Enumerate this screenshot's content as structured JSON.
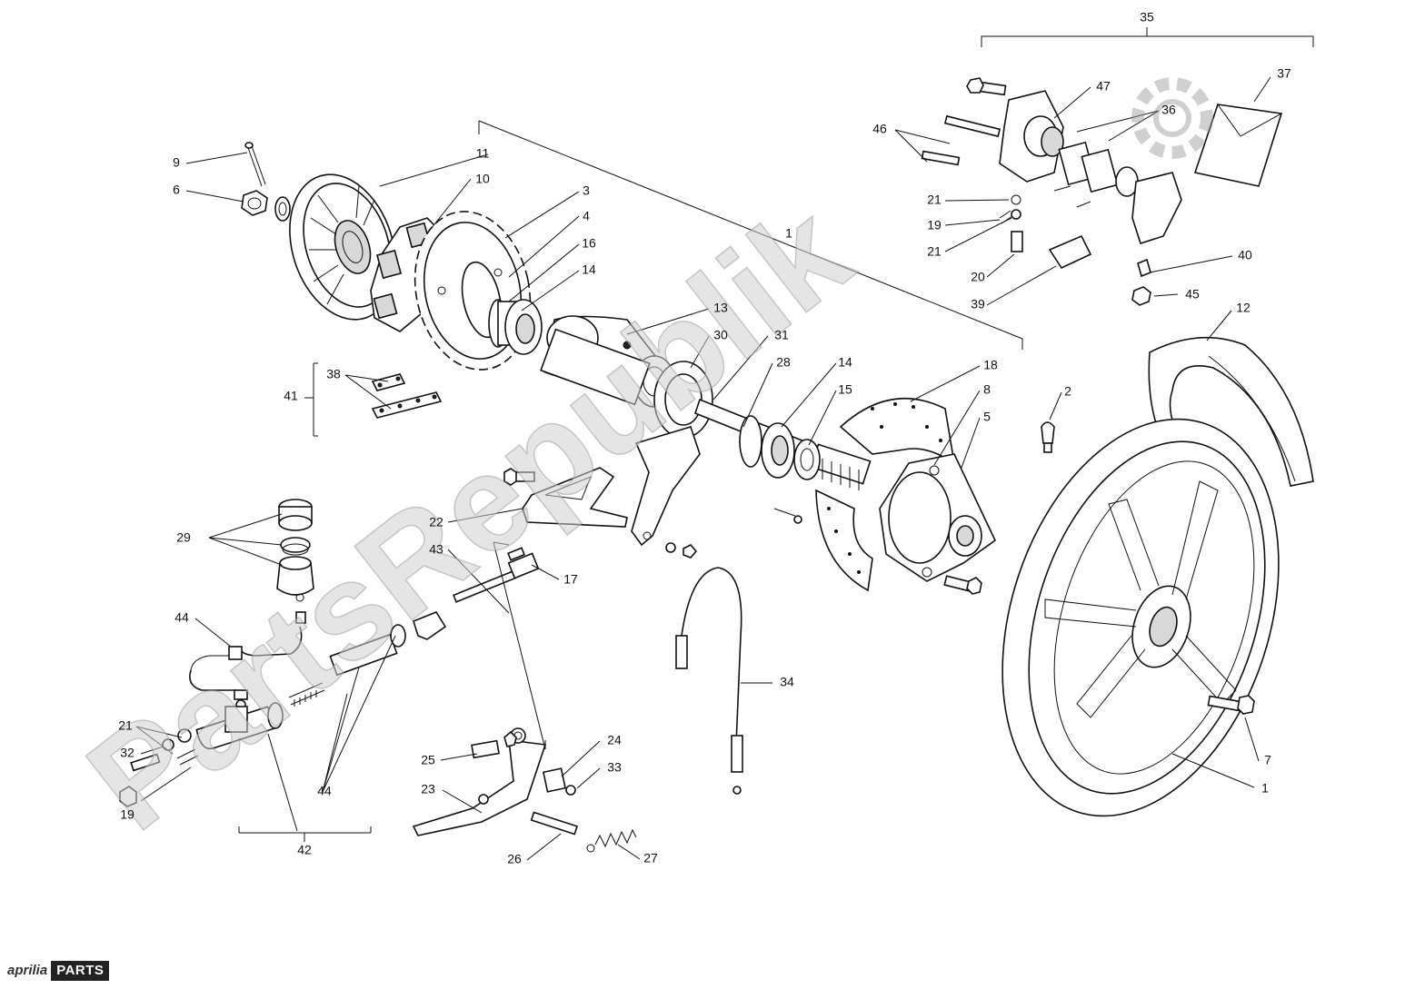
{
  "watermark": {
    "text": "PartsRepublik"
  },
  "brand_logo": {
    "brand": "aprilia",
    "suffix": "PARTS"
  },
  "callouts": [
    {
      "id": "9",
      "text": "9"
    },
    {
      "id": "6",
      "text": "6"
    },
    {
      "id": "11",
      "text": "11"
    },
    {
      "id": "10",
      "text": "10"
    },
    {
      "id": "3",
      "text": "3"
    },
    {
      "id": "4",
      "text": "4"
    },
    {
      "id": "16",
      "text": "16"
    },
    {
      "id": "14a",
      "text": "14"
    },
    {
      "id": "1a",
      "text": "1"
    },
    {
      "id": "13",
      "text": "13"
    },
    {
      "id": "30",
      "text": "30"
    },
    {
      "id": "31",
      "text": "31"
    },
    {
      "id": "28",
      "text": "28"
    },
    {
      "id": "14b",
      "text": "14"
    },
    {
      "id": "15",
      "text": "15"
    },
    {
      "id": "18",
      "text": "18"
    },
    {
      "id": "8",
      "text": "8"
    },
    {
      "id": "5",
      "text": "5"
    },
    {
      "id": "2",
      "text": "2"
    },
    {
      "id": "12",
      "text": "12"
    },
    {
      "id": "35",
      "text": "35"
    },
    {
      "id": "37",
      "text": "37"
    },
    {
      "id": "47",
      "text": "47"
    },
    {
      "id": "36",
      "text": "36"
    },
    {
      "id": "46",
      "text": "46"
    },
    {
      "id": "21a",
      "text": "21"
    },
    {
      "id": "19a",
      "text": "19"
    },
    {
      "id": "21b",
      "text": "21"
    },
    {
      "id": "20",
      "text": "20"
    },
    {
      "id": "39",
      "text": "39"
    },
    {
      "id": "40",
      "text": "40"
    },
    {
      "id": "45",
      "text": "45"
    },
    {
      "id": "41",
      "text": "41"
    },
    {
      "id": "38",
      "text": "38"
    },
    {
      "id": "29",
      "text": "29"
    },
    {
      "id": "22",
      "text": "22"
    },
    {
      "id": "43",
      "text": "43"
    },
    {
      "id": "17",
      "text": "17"
    },
    {
      "id": "44a",
      "text": "44"
    },
    {
      "id": "34",
      "text": "34"
    },
    {
      "id": "21c",
      "text": "21"
    },
    {
      "id": "32",
      "text": "32"
    },
    {
      "id": "19b",
      "text": "19"
    },
    {
      "id": "44b",
      "text": "44"
    },
    {
      "id": "42",
      "text": "42"
    },
    {
      "id": "25",
      "text": "25"
    },
    {
      "id": "24",
      "text": "24"
    },
    {
      "id": "33",
      "text": "33"
    },
    {
      "id": "23",
      "text": "23"
    },
    {
      "id": "26",
      "text": "26"
    },
    {
      "id": "27",
      "text": "27"
    },
    {
      "id": "7",
      "text": "7"
    },
    {
      "id": "1b",
      "text": "1"
    }
  ]
}
